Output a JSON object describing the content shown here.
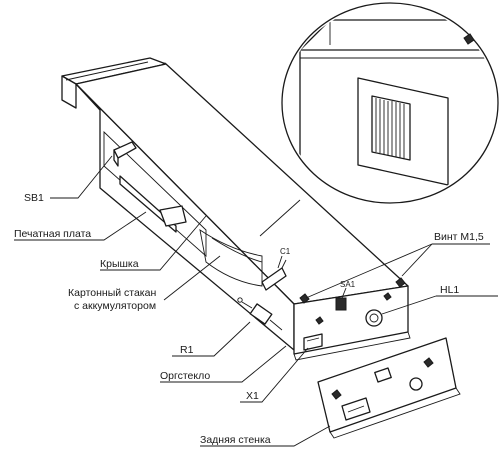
{
  "labels": {
    "sb1": "SB1",
    "pcb": "Печатная плата",
    "lid": "Крышка",
    "cup_line1": "Картонный стакан",
    "cup_line2": "с аккумулятором",
    "r1": "R1",
    "plexiglass": "Оргстекло",
    "x1": "X1",
    "back_wall": "Задняя стенка",
    "screw": "Винт М1,5",
    "hl1": "HL1",
    "c1": "C1",
    "sa1": "SA1"
  }
}
